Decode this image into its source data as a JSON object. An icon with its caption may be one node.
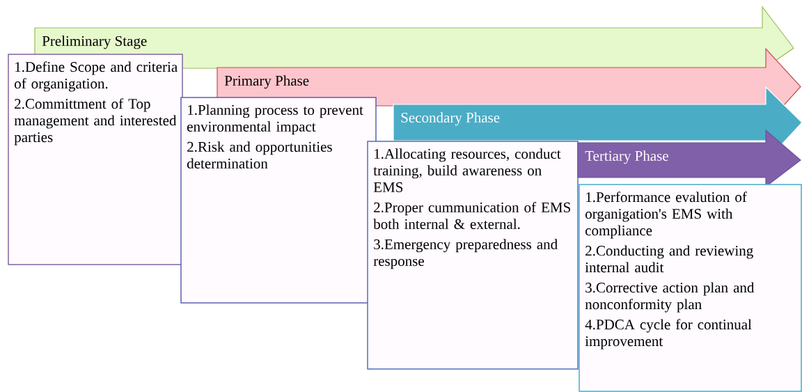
{
  "diagram": {
    "nodes": [
      {
        "text": [
          "Preliminary Stage"
        ]
      },
      {
        "text": [
          "1.Define Scope and criteria of organigation.",
          "2.Committment of Top management and interested parties"
        ]
      },
      {
        "text": [
          "Primary Phase"
        ]
      },
      {
        "text": [
          "1.Planning process to prevent environmental impact",
          "2.Risk and opportunities determination"
        ]
      },
      {
        "text": [
          "Secondary Phase"
        ]
      },
      {
        "text": [
          "1.Allocating resources, conduct training, build awareness on EMS",
          "2.Proper cummunication of EMS both internal & external.",
          "3.Emergency preparedness and response"
        ]
      },
      {
        "text": [
          "Tertiary Phase"
        ]
      },
      {
        "text": [
          "1.Performance evalution of organigation's EMS with compliance",
          "2.Conducting and reviewing internal audit",
          "3.Corrective action plan and nonconformity plan",
          "4.PDCA cycle for continual improvement"
        ]
      }
    ]
  }
}
